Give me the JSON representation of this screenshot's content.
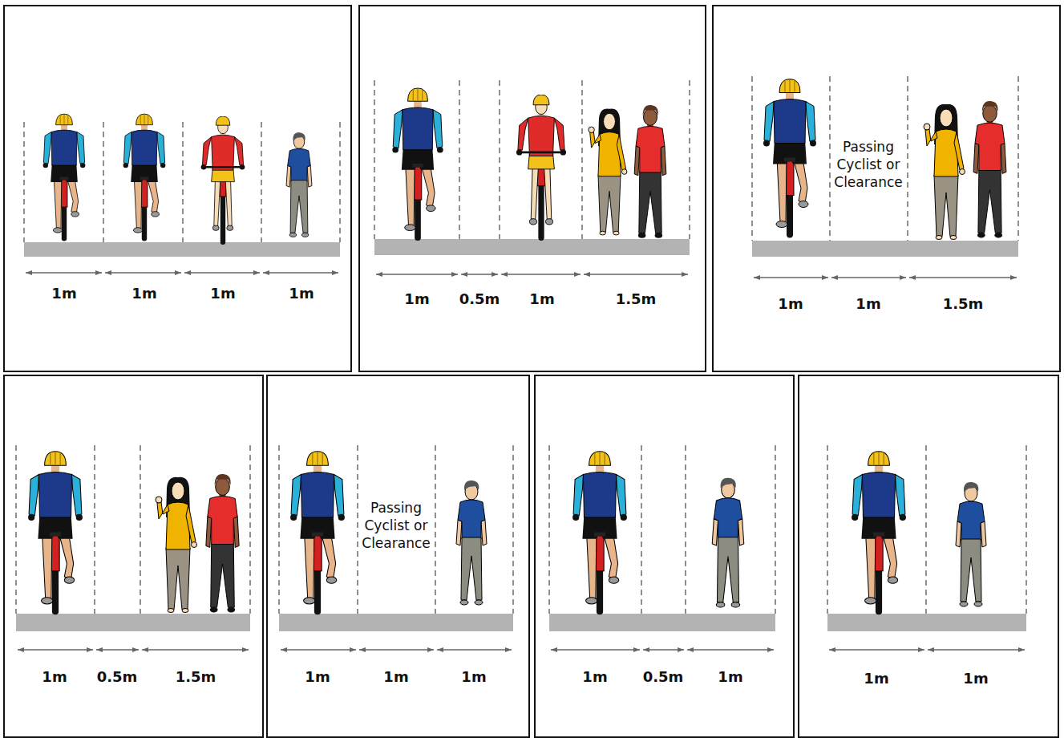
{
  "diagram": {
    "labels": [
      "1m",
      "1m",
      "1m",
      "1m",
      "1m",
      "0.5m",
      "1m",
      "1.5m",
      "Passing Cyclist or Clearance",
      "1m",
      "1m",
      "1.5m",
      "1m",
      "0.5m",
      "1.5m",
      "Passing Cyclist or Clearance",
      "1m",
      "1m",
      "1m",
      "1m",
      "0.5m",
      "1m",
      "1m",
      "1m"
    ]
  }
}
